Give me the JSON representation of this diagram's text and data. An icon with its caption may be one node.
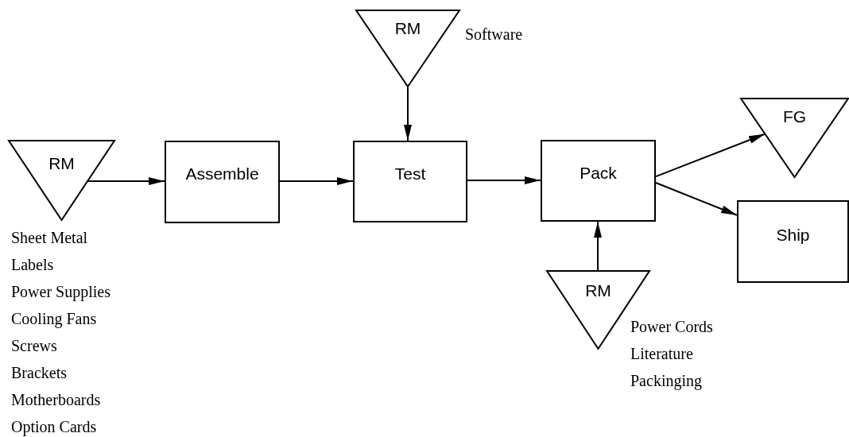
{
  "diagram": {
    "nodes": [
      {
        "text": [
          "RM"
        ],
        "beside": [
          "Sheet Metal",
          "Labels",
          "Power Supplies",
          "Cooling Fans",
          "Screws",
          "Brackets",
          "Motherboards",
          "Option Cards"
        ]
      },
      {
        "text": [
          "Assemble"
        ]
      },
      {
        "text": [
          "RM"
        ],
        "beside": [
          "Software"
        ]
      },
      {
        "text": [
          "Test"
        ]
      },
      {
        "text": [
          "Pack"
        ]
      },
      {
        "text": [
          "FG"
        ]
      },
      {
        "text": [
          "Ship"
        ]
      },
      {
        "text": [
          "RM"
        ],
        "beside": [
          "Power Cords",
          "Literature",
          "Packinging"
        ]
      }
    ],
    "edges": [
      {
        "from": 0,
        "to": 1,
        "arrow": "to"
      },
      {
        "from": 1,
        "to": 3,
        "arrow": "to"
      },
      {
        "from": 2,
        "to": 3,
        "arrow": "to"
      },
      {
        "from": 3,
        "to": 4,
        "arrow": "to"
      },
      {
        "from": 7,
        "to": 4,
        "arrow": "to"
      },
      {
        "from": 4,
        "to": 5,
        "arrow": "to"
      },
      {
        "from": 4,
        "to": 6,
        "arrow": "to"
      }
    ]
  }
}
